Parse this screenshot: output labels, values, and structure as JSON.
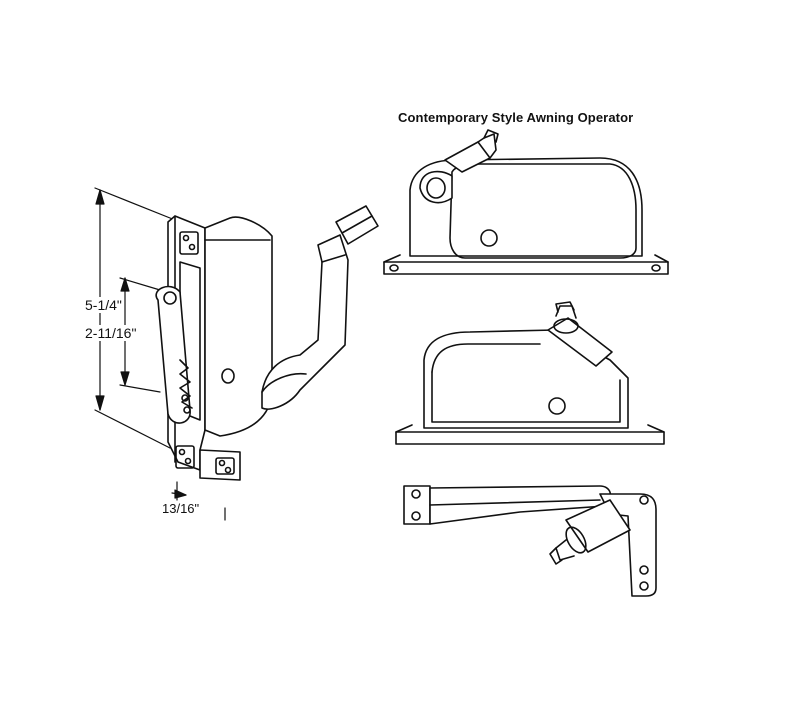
{
  "title": "Contemporary Style Awning Operator",
  "dimensions": {
    "overall_height": "5-1/4\"",
    "hole_spacing": "2-11/16\"",
    "width": "13/16\""
  },
  "colors": {
    "line": "#111111",
    "background": "#ffffff"
  }
}
